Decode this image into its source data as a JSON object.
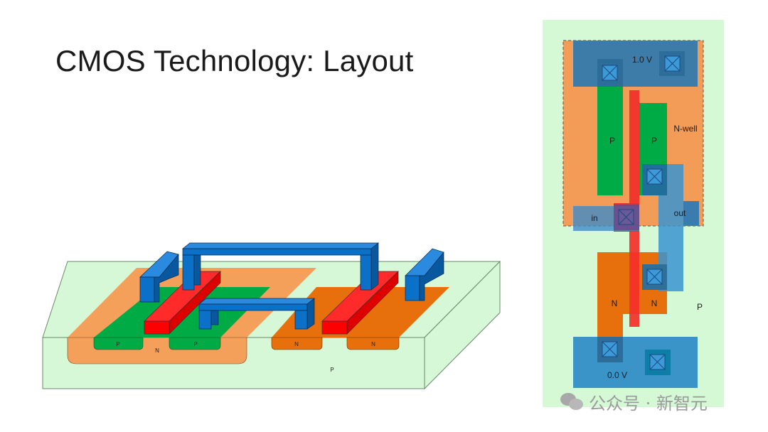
{
  "slide": {
    "title": "CMOS Technology: Layout"
  },
  "cross_section_3d": {
    "labels": {
      "pdiff_left": "P",
      "pdiff_right": "P",
      "nwell": "N",
      "ndiff_left": "N",
      "ndiff_right": "N",
      "substrate": "P"
    },
    "colors": {
      "substrate": "#d5f9d5",
      "nwell": "#f4a05a",
      "pdiff": "#00aa44",
      "ndiff": "#e8700c",
      "poly": "#ff0000",
      "metal": "#0070c0"
    }
  },
  "layout_top_view": {
    "labels": {
      "vdd": "1.0 V",
      "gnd": "0.0 V",
      "nwell": "N-well",
      "pdiff_left": "P",
      "pdiff_right": "P",
      "ndiff_left": "N",
      "ndiff_right": "N",
      "substrate": "P",
      "input": "in",
      "output": "out"
    }
  },
  "watermark": {
    "text": "公众号 · 新智元"
  }
}
